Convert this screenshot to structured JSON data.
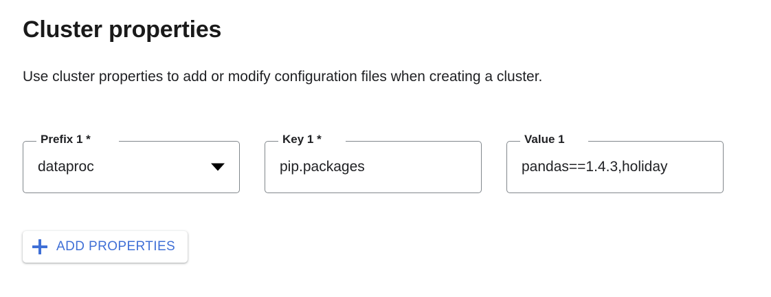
{
  "section": {
    "title": "Cluster properties",
    "description": "Use cluster properties to add or modify configuration files when creating a cluster."
  },
  "fields": [
    {
      "label": "Prefix 1 *",
      "value": "dataproc",
      "type": "select",
      "required": true,
      "icon": "arrow-drop-down-icon"
    },
    {
      "label": "Key 1 *",
      "value": "pip.packages",
      "type": "text",
      "required": true
    },
    {
      "label": "Value 1",
      "value": "pandas==1.4.3,holiday",
      "type": "text",
      "required": false
    }
  ],
  "add_button": {
    "label": "ADD PROPERTIES",
    "icon": "plus-icon"
  },
  "colors": {
    "accent": "#3f6fd6",
    "text": "#202124",
    "border": "#80868b",
    "background": "#ffffff"
  }
}
